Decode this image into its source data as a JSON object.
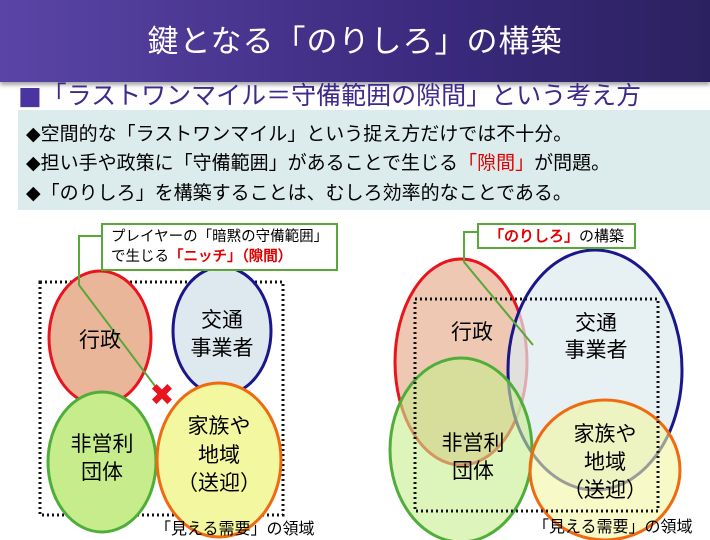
{
  "title": "鍵となる「のりしろ」の構築",
  "heading": {
    "marker": "■",
    "text": "「ラストワンマイル＝守備範囲の隙間」という考え方"
  },
  "bullets": [
    {
      "marker": "◆",
      "text": "空間的な「ラストワンマイル」という捉え方だけでは不十分。"
    },
    {
      "marker": "◆",
      "text_before": "担い手や政策に「守備範囲」があることで生じる",
      "text_red": "「隙間」",
      "text_after": "が問題。"
    },
    {
      "marker": "◆",
      "text": "「のりしろ」を構築することは、むしろ効率的なことである。"
    }
  ],
  "left_diagram": {
    "callout": {
      "line1": "プレイヤーの「暗黙の守備範囲」",
      "line2_before": "で生じる",
      "line2_red": "「ニッチ」（隙間）"
    },
    "circles": [
      {
        "lines": [
          "行政"
        ],
        "color": "#e8141e",
        "fill": "#eab69a"
      },
      {
        "lines": [
          "交通",
          "事業者"
        ],
        "color": "#1a168c",
        "fill": "#dde9ee"
      },
      {
        "lines": [
          "非営利",
          "団体"
        ],
        "color": "#4fae3a",
        "fill": "#c6ec8c"
      },
      {
        "lines": [
          "家族や",
          "地域",
          "（送迎）"
        ],
        "color": "#f06a10",
        "fill": "#f2f7a0"
      }
    ],
    "gap_marker": "✖",
    "area_label": "「見える需要」の領域"
  },
  "right_diagram": {
    "callout": {
      "red": "「のりしろ」",
      "text": "の構築"
    },
    "circles": [
      {
        "lines": [
          "行政"
        ]
      },
      {
        "lines": [
          "交通",
          "事業者"
        ]
      },
      {
        "lines": [
          "非営利",
          "団体"
        ]
      },
      {
        "lines": [
          "家族や",
          "地域",
          "（送迎）"
        ]
      }
    ],
    "area_label": "「見える需要」の領域"
  }
}
